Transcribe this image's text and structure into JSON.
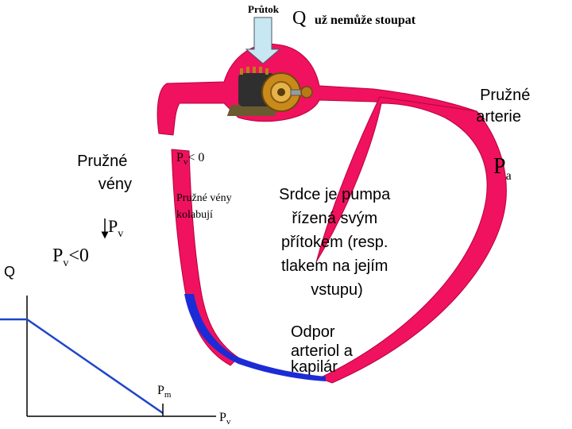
{
  "colors": {
    "tissue": "#f0125e",
    "tissue_stroke": "#b8003f",
    "vein_collapsed": "#1d2bd6",
    "arrow_fill": "#c7e8f2",
    "graph_line": "#2046c8",
    "text": "#000000"
  },
  "top": {
    "flow_label": "Průtok",
    "q_symbol": "Q",
    "q_statement": "už nemůže stoupat"
  },
  "pump_icon": "gear-pump-icon",
  "labels": {
    "elastic_arteries": "Pružné arterie",
    "pa_symbol": "P",
    "pa_sub": "a",
    "elastic_veins": "Pružné vény",
    "pv_symbol": "P",
    "pv_sub": "v",
    "pv_neg_prefix": "P",
    "pv_neg_sub": "v",
    "pv_neg_suffix": "<0",
    "pv_less_prefix": "P",
    "pv_less_sub": "v",
    "pv_less_suffix": "< 0",
    "veins_collapse": "Pružné vény kolabují",
    "heart_pump": "Srdce je pumpa řízená svým přítokem (resp. tlakem na jejím vstupu)",
    "resistance": "Odpor arteriol a kapilár"
  },
  "graph": {
    "y_label": "Q",
    "pm_symbol": "P",
    "pm_sub": "m",
    "x_symbol": "P",
    "x_sub": "v"
  }
}
